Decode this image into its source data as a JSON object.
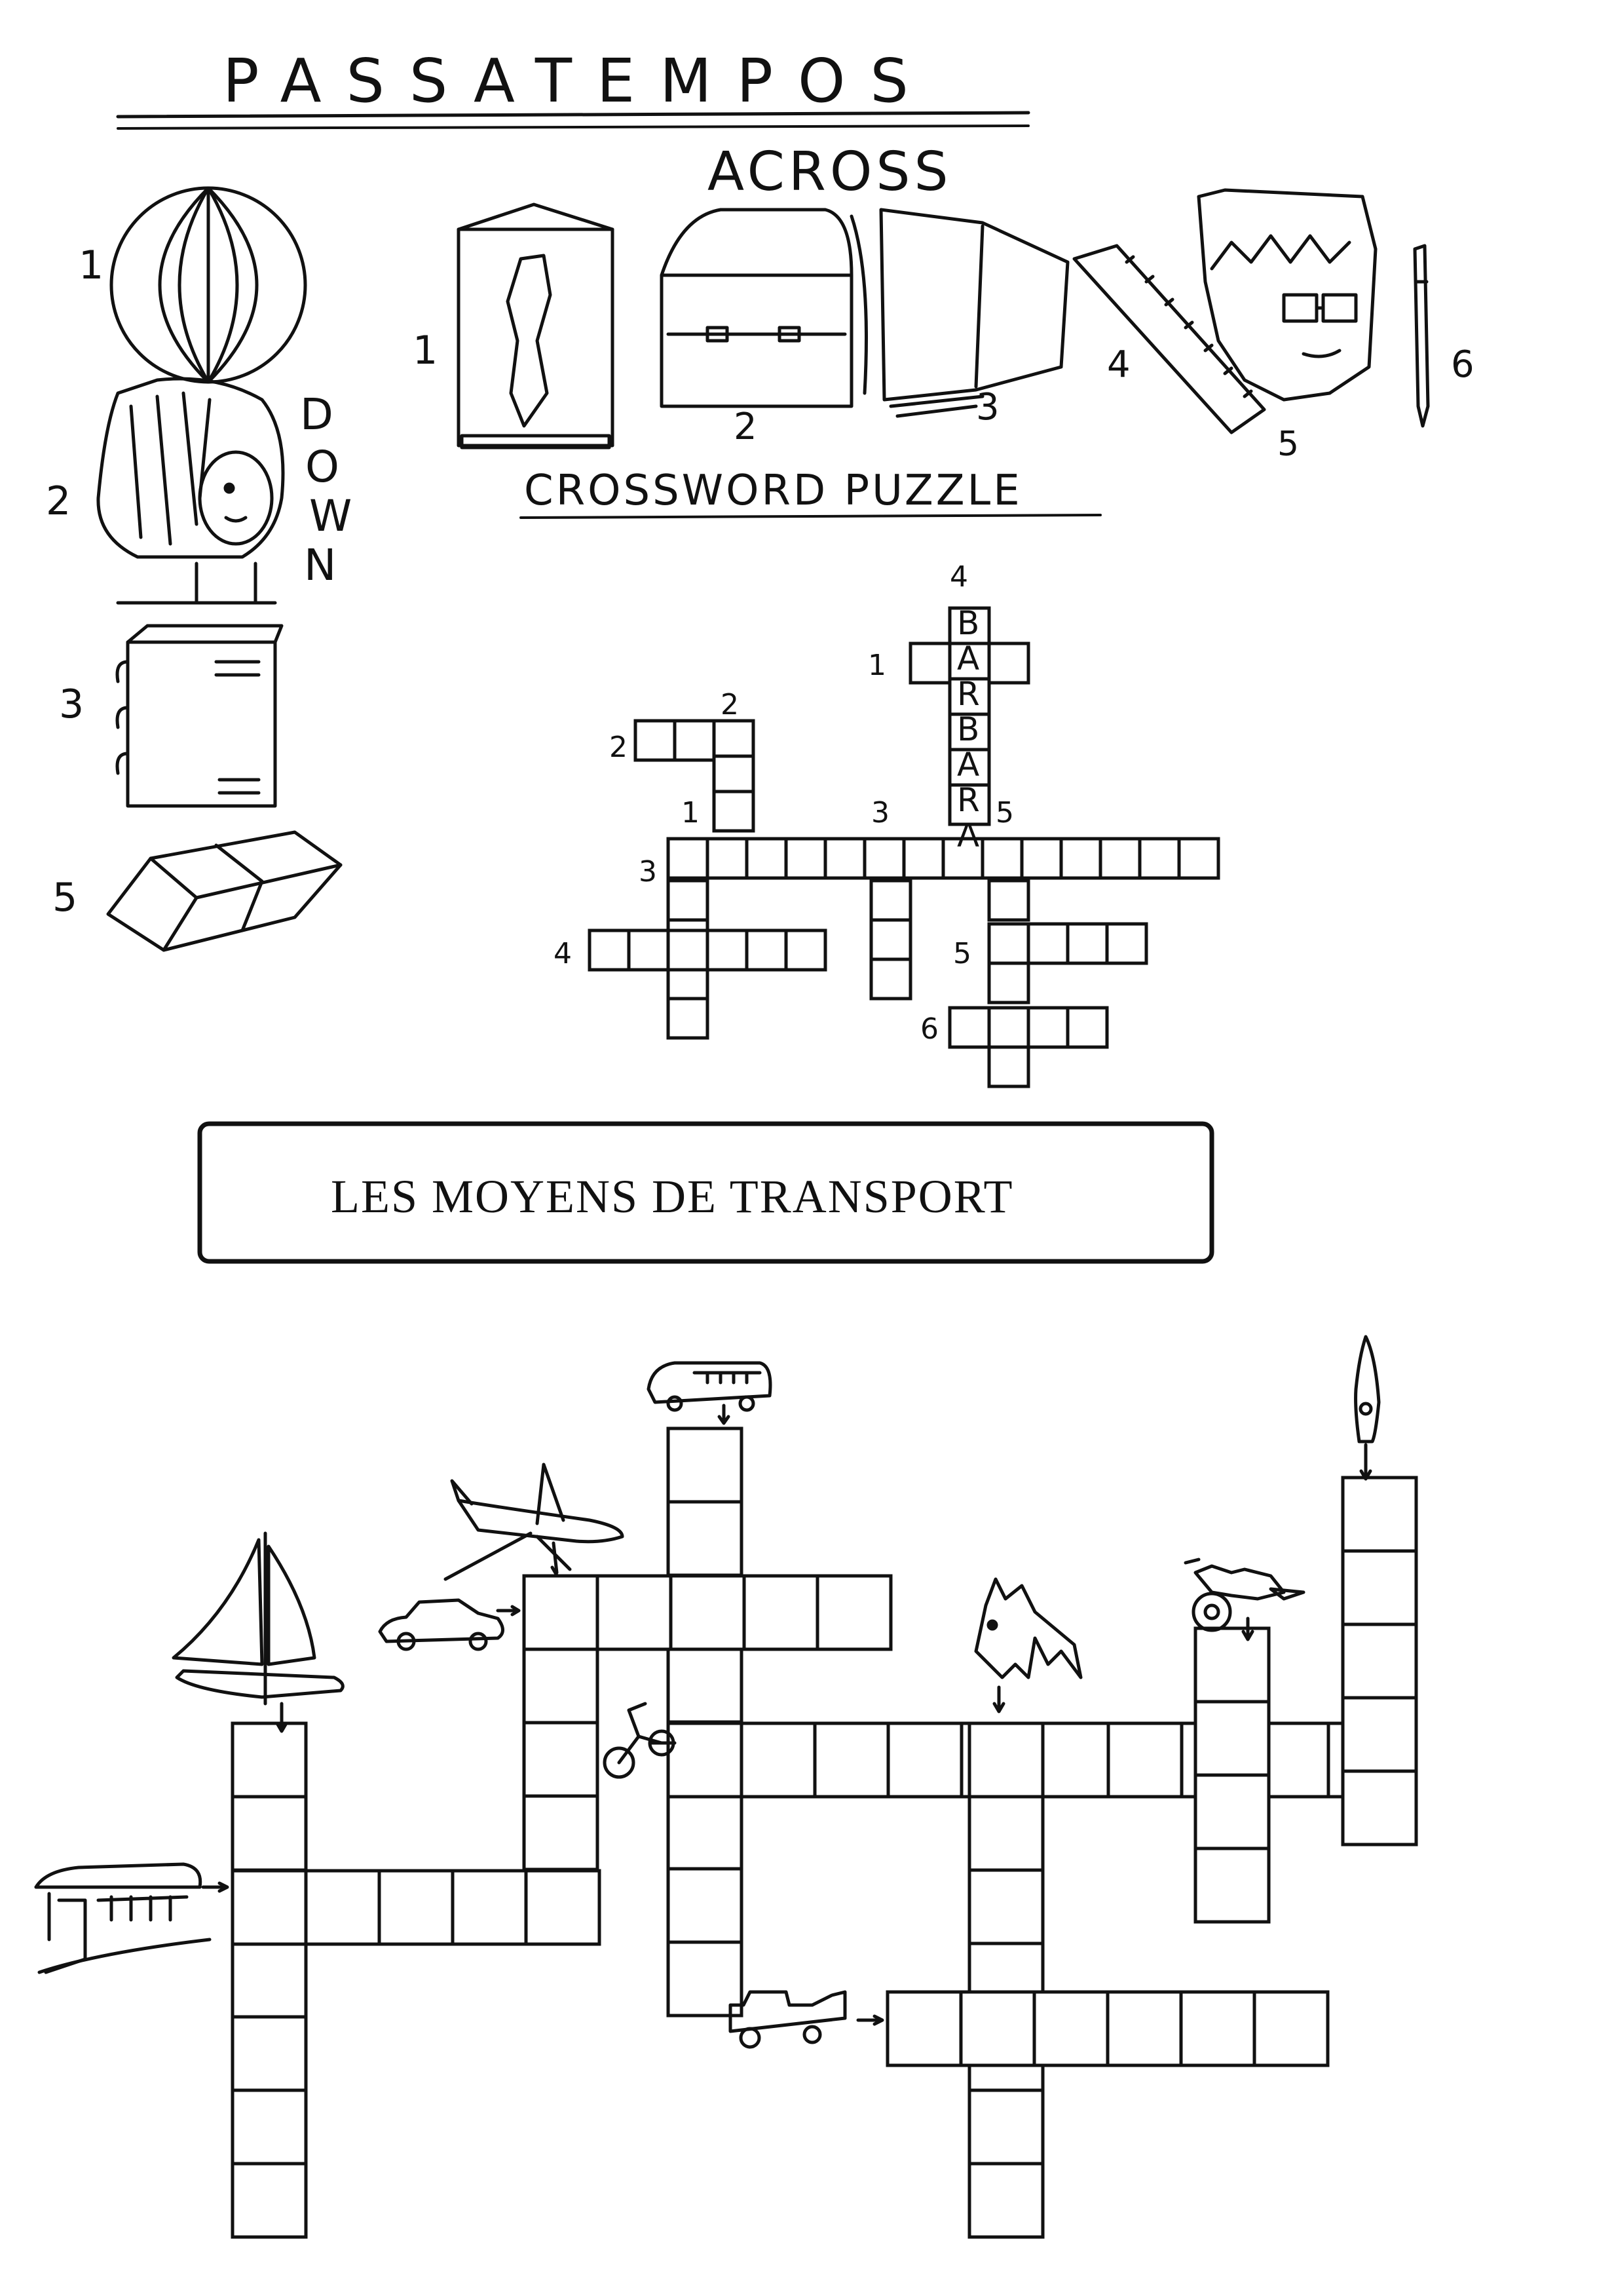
{
  "title": "PASSATEMPOS",
  "puzzle1": {
    "across_heading": "ACROSS",
    "down_letters": [
      "D",
      "O",
      "W",
      "N"
    ],
    "heading": "CROSSWORD PUZZLE",
    "across_picture_numbers": [
      "1",
      "2",
      "3",
      "4",
      "5",
      "6"
    ],
    "down_picture_numbers": [
      "1",
      "2",
      "3",
      "5"
    ],
    "grid_numbers": [
      "4",
      "1",
      "2",
      "2",
      "1",
      "3",
      "5",
      "3",
      "4",
      "5",
      "6"
    ],
    "filled_word": [
      "B",
      "A",
      "R",
      "B",
      "A",
      "R",
      "A"
    ]
  },
  "puzzle2": {
    "title": "LES MOYENS DE TRANSPORT"
  }
}
